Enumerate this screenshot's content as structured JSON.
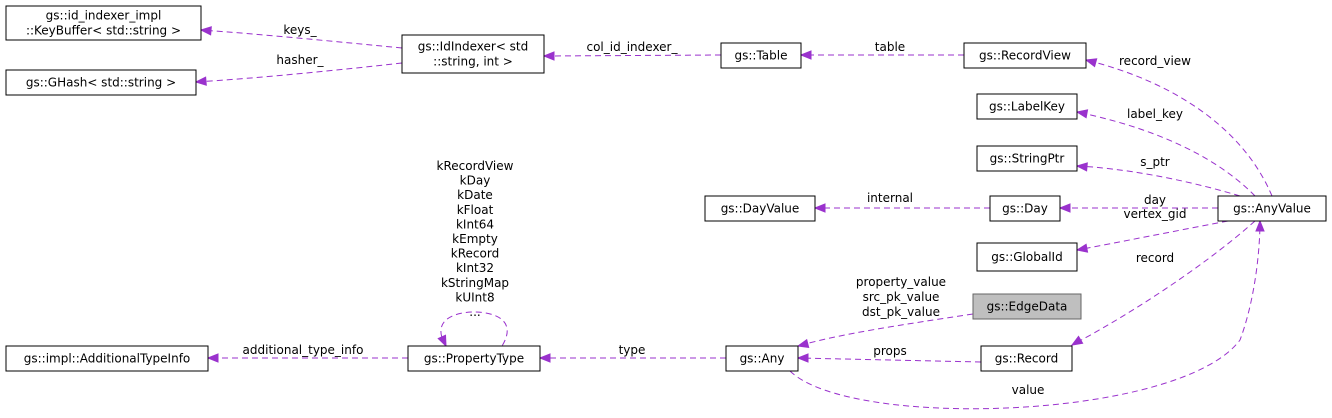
{
  "nodes": {
    "keybuffer": {
      "lines": [
        "gs::id_indexer_impl",
        "::KeyBuffer< std::string >"
      ]
    },
    "ghash": {
      "lines": [
        "gs::GHash< std::string >"
      ]
    },
    "idindexer": {
      "lines": [
        "gs::IdIndexer< std",
        "::string, int >"
      ]
    },
    "table": {
      "lines": [
        "gs::Table"
      ]
    },
    "recordview": {
      "lines": [
        "gs::RecordView"
      ]
    },
    "labelkey": {
      "lines": [
        "gs::LabelKey"
      ]
    },
    "stringptr": {
      "lines": [
        "gs::StringPtr"
      ]
    },
    "dayvalue": {
      "lines": [
        "gs::DayValue"
      ]
    },
    "day": {
      "lines": [
        "gs::Day"
      ]
    },
    "anyvalue": {
      "lines": [
        "gs::AnyValue"
      ]
    },
    "globalid": {
      "lines": [
        "gs::GlobalId"
      ]
    },
    "edgedata": {
      "lines": [
        "gs::EdgeData"
      ]
    },
    "additionaltypeinfo": {
      "lines": [
        "gs::impl::AdditionalTypeInfo"
      ]
    },
    "propertytype": {
      "lines": [
        "gs::PropertyType"
      ]
    },
    "any": {
      "lines": [
        "gs::Any"
      ]
    },
    "record": {
      "lines": [
        "gs::Record"
      ]
    }
  },
  "edges": {
    "keys": {
      "label": "keys_"
    },
    "hasher": {
      "label": "hasher_"
    },
    "col_id_indexer": {
      "label": "col_id_indexer_"
    },
    "table": {
      "label": "table"
    },
    "record_view": {
      "label": "record_view"
    },
    "label_key": {
      "label": "label_key"
    },
    "s_ptr": {
      "label": "s_ptr"
    },
    "internal": {
      "label": "internal"
    },
    "day": {
      "label": "day"
    },
    "vertex_gid": {
      "label": "vertex_gid"
    },
    "record": {
      "label": "record"
    },
    "pk_values": {
      "lines": [
        "property_value",
        "src_pk_value",
        "dst_pk_value"
      ]
    },
    "props": {
      "label": "props"
    },
    "type": {
      "label": "type"
    },
    "additional_type_info": {
      "label": "additional_type_info"
    },
    "value": {
      "label": "value"
    },
    "type_enum": {
      "lines": [
        "kRecordView",
        "kDay",
        "kDate",
        "kFloat",
        "kInt64",
        "kEmpty",
        "kRecord",
        "kInt32",
        "kStringMap",
        "kUInt8",
        "..."
      ]
    }
  },
  "colors": {
    "edge": "#9a32cd",
    "highlight_fill": "#bfbfbf"
  }
}
